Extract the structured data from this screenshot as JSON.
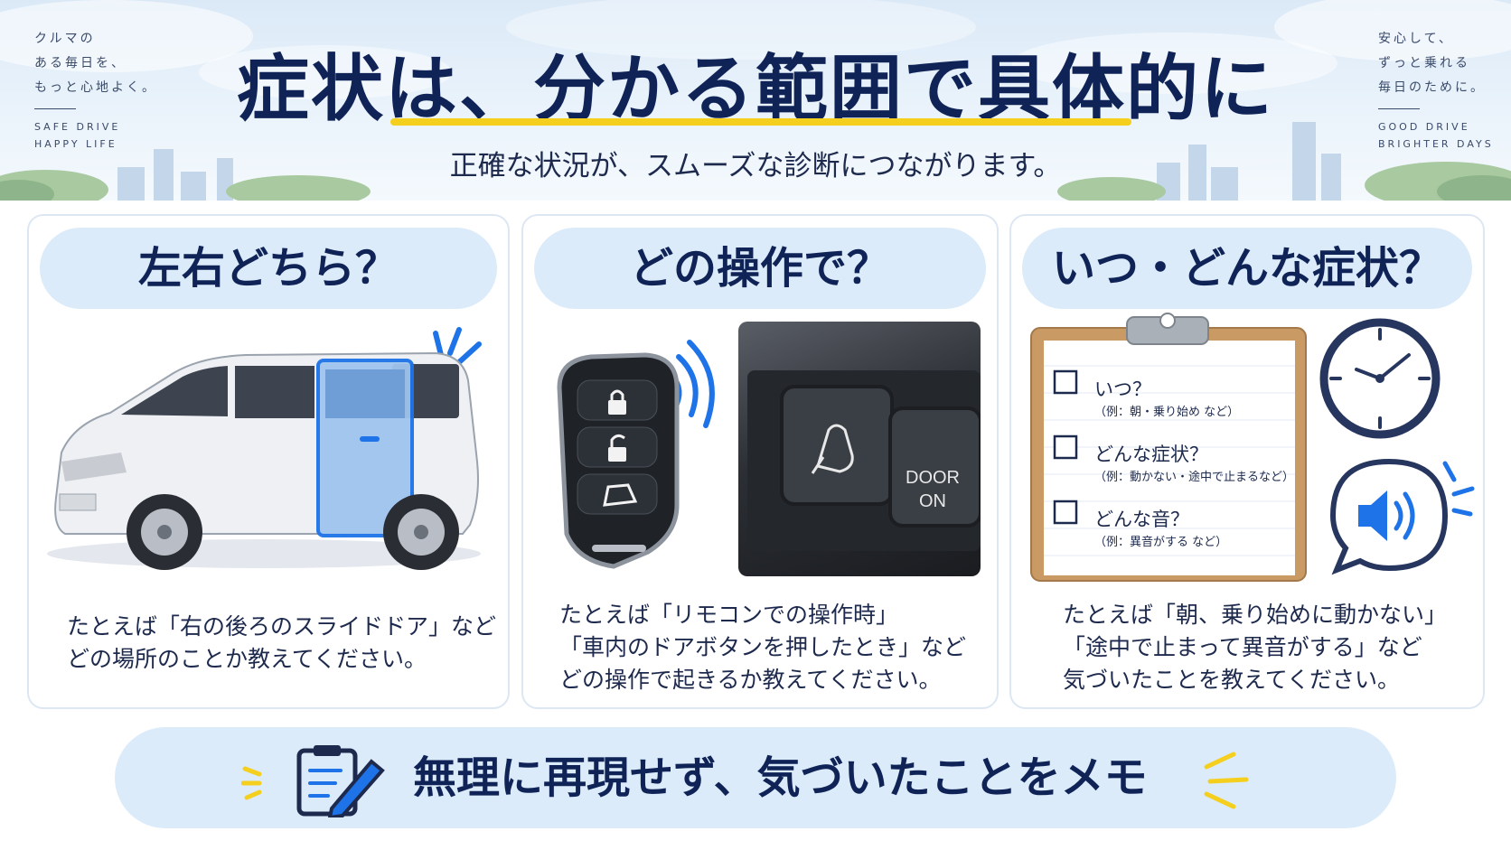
{
  "header": {
    "title": "症状は、分かる範囲で具体的に",
    "subtitle": "正確な状況が、スムーズな診断につながります。",
    "left_tagline": {
      "jp_lines": [
        "クルマの",
        "ある毎日を、",
        "もっと心地よく。"
      ],
      "en_lines": [
        "SAFE DRIVE",
        "HAPPY LIFE"
      ]
    },
    "right_tagline": {
      "jp_lines": [
        "安心して、",
        "ずっと乗れる",
        "毎日のために。"
      ],
      "en_lines": [
        "GOOD DRIVE",
        "BRIGHTER DAYS"
      ]
    }
  },
  "cards": [
    {
      "heading": "左右どちら？",
      "text_lines": [
        "たとえば「右の後ろのスライドドア」など",
        "どの場所のことか教えてください。"
      ],
      "icon": "sliding-door-car-icon"
    },
    {
      "heading": "どの操作で？",
      "text_lines": [
        "たとえば「リモコンでの操作時」",
        "「車内のドアボタンを押したとき」など",
        "どの操作で起きるか教えてください。"
      ],
      "icon": "remote-key-icon",
      "button_label_lines": [
        "DOOR",
        "ON"
      ]
    },
    {
      "heading": "いつ・どんな症状？",
      "text_lines": [
        "たとえば「朝、乗り始めに動かない」",
        "「途中で止まって異音がする」など",
        "気づいたことを教えてください。"
      ],
      "icon": "clipboard-icon",
      "checklist": [
        {
          "q": "いつ？",
          "ex": "（例：朝・乗り始め など）"
        },
        {
          "q": "どんな症状？",
          "ex": "（例：動かない・途中で止まるなど）"
        },
        {
          "q": "どんな音？",
          "ex": "（例：異音がする など）"
        }
      ]
    }
  ],
  "banner": {
    "text": "無理に再現せず、気づいたことをメモ",
    "icon": "memo-pencil-icon"
  },
  "colors": {
    "navy": "#0f2357",
    "accent_yellow": "#f5cf1d",
    "pill_blue": "#dcebfa",
    "highlight_blue": "#1e73e8"
  }
}
